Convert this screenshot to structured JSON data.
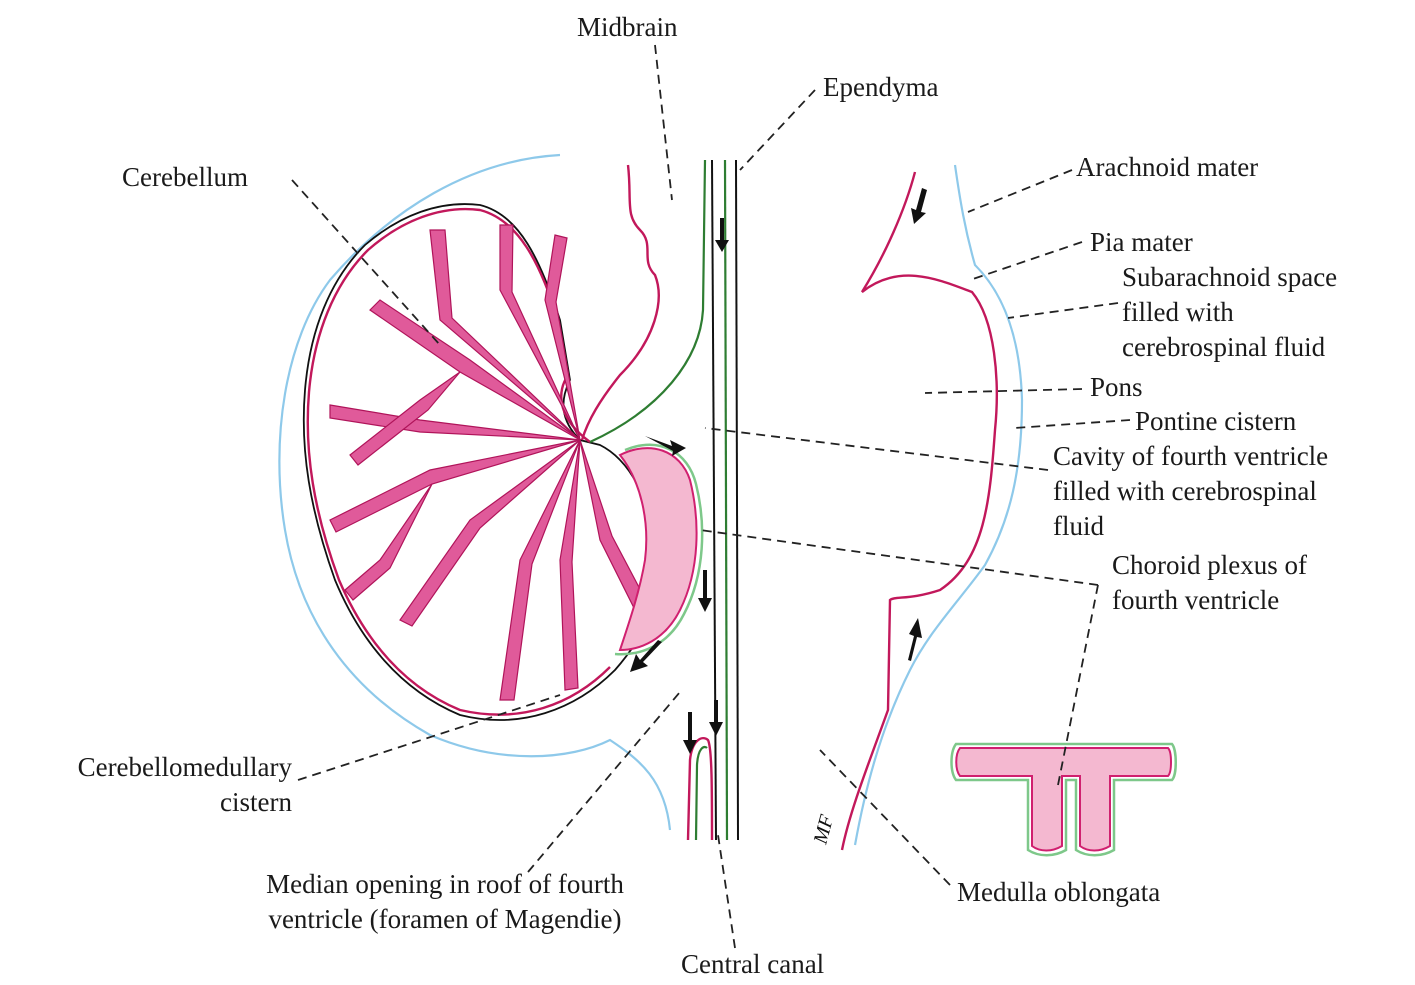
{
  "labels": {
    "midbrain": "Midbrain",
    "ependyma": "Ependyma",
    "cerebellum": "Cerebellum",
    "arachnoid_mater": "Arachnoid mater",
    "pia_mater": "Pia mater",
    "subarachnoid_space": "Subarachnoid space\nfilled with\ncerebrospinal fluid",
    "pons": "Pons",
    "pontine_cistern": "Pontine cistern",
    "cavity_fourth_ventricle": "Cavity of fourth ventricle\nfilled with cerebrospinal\nfluid",
    "choroid_plexus": "Choroid plexus of\nfourth ventricle",
    "cerebellomedullary_cistern": "Cerebellomedullary\ncistern",
    "median_opening": "Median opening in roof of fourth\nventricle (foramen of Magendie)",
    "central_canal": "Central canal",
    "medulla_oblongata": "Medulla oblongata",
    "artist_signature": "MF"
  },
  "colors": {
    "pia_mater": "#c2185b",
    "arachnoid_mater": "#8ec9ea",
    "ependyma": "#2e7d32",
    "choroid_plexus": "#f4b8d0"
  }
}
